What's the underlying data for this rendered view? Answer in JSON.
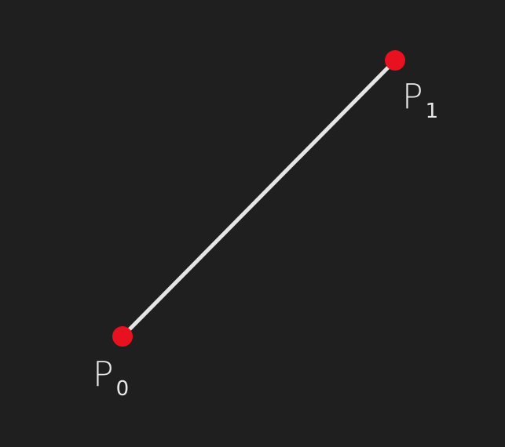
{
  "colors": {
    "background": "#1f1f1f",
    "segment": "#e5e5e5",
    "point": "#e8111f",
    "label": "#e8e8e8"
  },
  "points": [
    {
      "id": "p0",
      "letter": "P",
      "subscript": "0"
    },
    {
      "id": "p1",
      "letter": "P",
      "subscript": "1"
    }
  ]
}
